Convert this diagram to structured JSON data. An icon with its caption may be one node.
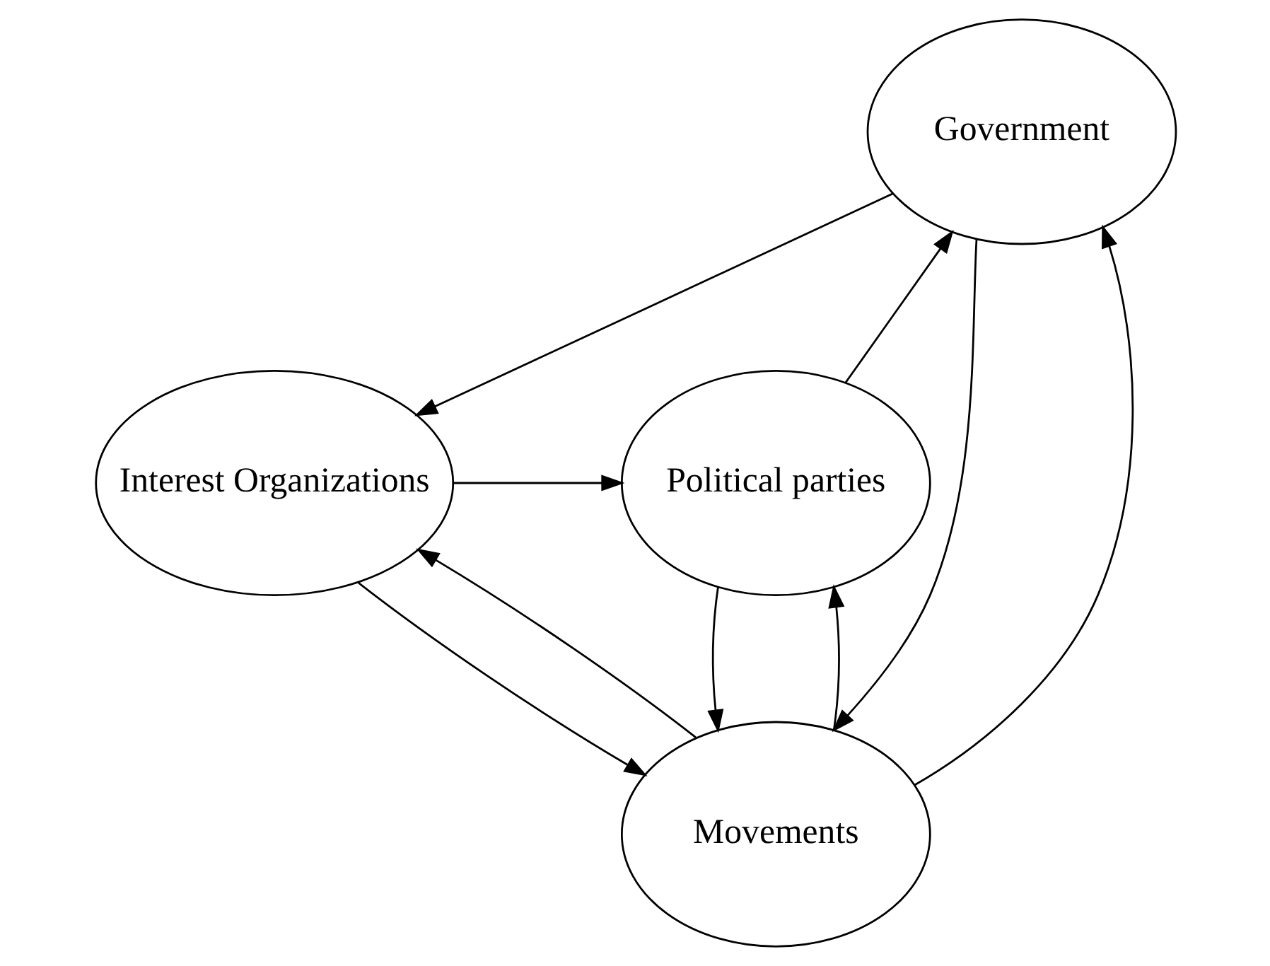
{
  "diagram": {
    "nodes": [
      {
        "text": [
          "Government"
        ]
      },
      {
        "text": [
          "Political parties"
        ]
      },
      {
        "text": [
          "Interest Organizations"
        ]
      },
      {
        "text": [
          "Movements"
        ]
      }
    ],
    "edges": [
      {
        "from": 1,
        "to": 0,
        "arrow": "to"
      },
      {
        "from": 0,
        "to": 2,
        "arrow": "to"
      },
      {
        "from": 2,
        "to": 1,
        "arrow": "to"
      },
      {
        "from": 1,
        "to": 3,
        "arrow": "to"
      },
      {
        "from": 3,
        "to": 1,
        "arrow": "to"
      },
      {
        "from": 3,
        "to": 2,
        "arrow": "to"
      },
      {
        "from": 2,
        "to": 3,
        "arrow": "to"
      },
      {
        "from": 0,
        "to": 3,
        "arrow": "to"
      },
      {
        "from": 3,
        "to": 0,
        "arrow": "to"
      }
    ]
  }
}
